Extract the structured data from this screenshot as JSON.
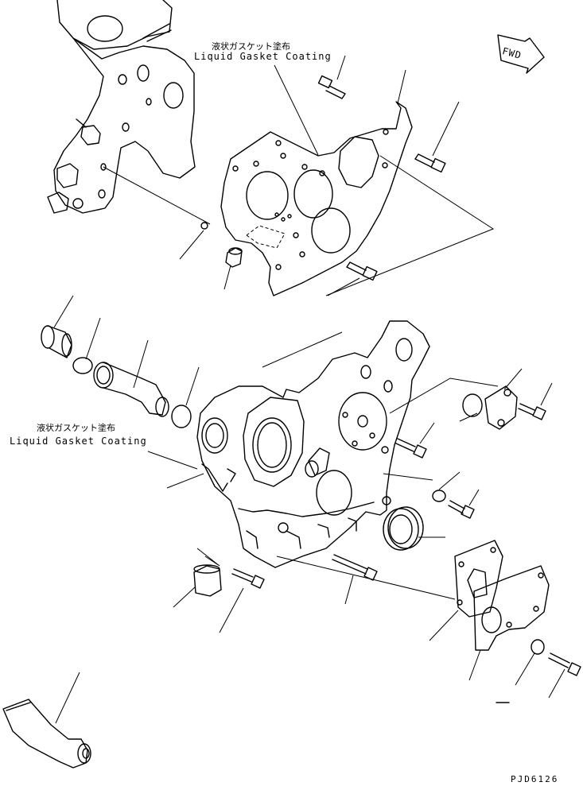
{
  "labels": {
    "gasket_top_jp": "液状ガスケット塗布",
    "gasket_top_en": "Liquid Gasket Coating",
    "gasket_mid_jp": "液状ガスケット塗布",
    "gasket_mid_en": "Liquid Gasket Coating",
    "direction": "FWD",
    "drawing_code": "PJD6126"
  }
}
